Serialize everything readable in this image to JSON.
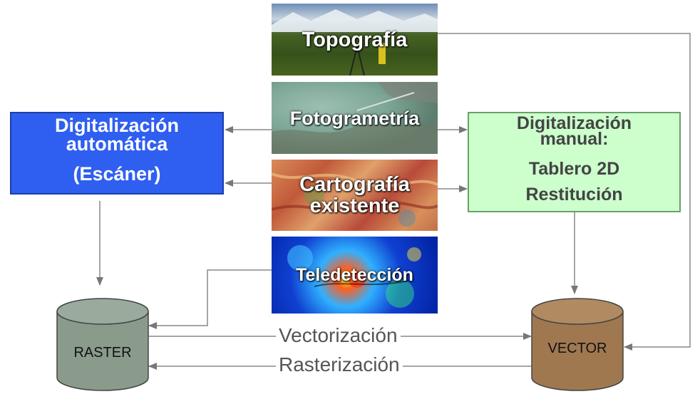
{
  "sources": {
    "topografia": "Topografía",
    "fotogrametria": "Fotogrametría",
    "cartografia": "Cartografía existente",
    "teledeteccion": "Teledetección"
  },
  "auto": {
    "line1": "Digitalización",
    "line2": "automática",
    "line3": "(Escáner)"
  },
  "manual": {
    "line1": "Digitalización",
    "line2": "manual:",
    "line3": "Tablero 2D",
    "line4": "Restitución"
  },
  "stores": {
    "raster": "RASTER",
    "vector": "VECTOR"
  },
  "processes": {
    "vectorizacion": "Vectorización",
    "rasterizacion": "Rasterización"
  },
  "colors": {
    "auto_fill": "#2f5ff0",
    "manual_fill": "#ccffcc",
    "raster_fill": "#8a9b8c",
    "vector_fill": "#a07850",
    "connector": "#888888"
  }
}
